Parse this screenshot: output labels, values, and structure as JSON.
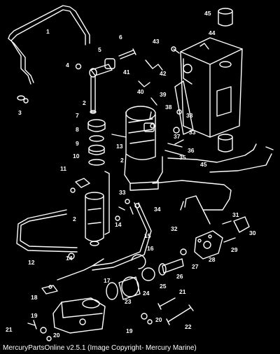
{
  "footer_text": "MercuryPartsOnline v2.5.1 (Image Copyright- Mercury Marine)",
  "part_labels": [
    "1",
    "2",
    "3",
    "4",
    "5",
    "6",
    "7",
    "8",
    "9",
    "10",
    "11",
    "12",
    "13",
    "14",
    "15",
    "16",
    "17",
    "18",
    "19",
    "20",
    "21",
    "22",
    "23",
    "24",
    "25",
    "26",
    "27",
    "28",
    "29",
    "30",
    "31",
    "32",
    "33",
    "34",
    "35",
    "36",
    "37",
    "38",
    "39",
    "40",
    "41",
    "42",
    "43",
    "44",
    "45"
  ],
  "callouts": {
    "c1": "1",
    "c2a": "2",
    "c2b": "2",
    "c2c": "2",
    "c3": "3",
    "c4": "4",
    "c5": "5",
    "c6": "6",
    "c7": "7",
    "c8": "8",
    "c9": "9",
    "c10": "10",
    "c11": "11",
    "c12": "12",
    "c13": "13",
    "c14a": "14",
    "c14b": "14",
    "c15": "15",
    "c16": "16",
    "c17": "17",
    "c18": "18",
    "c19a": "19",
    "c19b": "19",
    "c20a": "20",
    "c20b": "20",
    "c21a": "21",
    "c21b": "21",
    "c22": "22",
    "c23": "23",
    "c24": "24",
    "c25": "25",
    "c26": "26",
    "c27": "27",
    "c28": "28",
    "c29": "29",
    "c30": "30",
    "c31": "31",
    "c32": "32",
    "c33a": "33",
    "c33b": "33",
    "c33c": "33",
    "c34": "34",
    "c35": "35",
    "c36": "36",
    "c37": "37",
    "c38": "38",
    "c39": "39",
    "c40": "40",
    "c41": "41",
    "c42": "42",
    "c43": "43",
    "c44": "44",
    "c45a": "45",
    "c45b": "45"
  }
}
